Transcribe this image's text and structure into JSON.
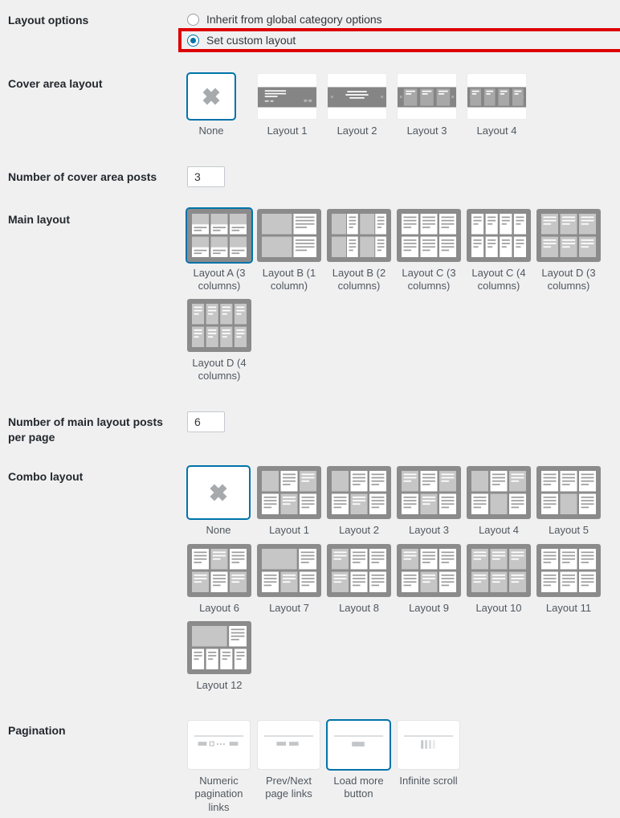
{
  "colors": {
    "accent": "#0073aa",
    "annotation": "#dd0000",
    "page_bg": "#f0f0f1",
    "thumb_gray": "#8b8b8b",
    "thumb_light": "#c6c6c6",
    "card_line": "#9c9c9c",
    "glyph_gray": "#c3c6c9",
    "band_gray": "#858585",
    "x_gray": "#a7aaad"
  },
  "form": {
    "rows": [
      {
        "type": "radio_group",
        "label": "Layout options",
        "options": [
          {
            "label": "Inherit from global category options",
            "selected": false,
            "annotated": false
          },
          {
            "label": "Set custom layout",
            "selected": true,
            "annotated": true
          }
        ]
      },
      {
        "type": "thumb_group",
        "style": "cover",
        "label": "Cover area layout",
        "items": [
          {
            "label": "None",
            "icon": "none-icon",
            "selected": true
          },
          {
            "label": "Layout 1",
            "icon": "cover-layout-1",
            "selected": false
          },
          {
            "label": "Layout 2",
            "icon": "cover-layout-2",
            "selected": false
          },
          {
            "label": "Layout 3",
            "icon": "cover-layout-3",
            "selected": false
          },
          {
            "label": "Layout 4",
            "icon": "cover-layout-4",
            "selected": false
          }
        ]
      },
      {
        "type": "number_input",
        "label": "Number of cover area posts",
        "value": "3"
      },
      {
        "type": "thumb_group",
        "style": "main",
        "label": "Main layout",
        "items": [
          {
            "label": "Layout A (3 columns)",
            "icon": "main-a3",
            "selected": true
          },
          {
            "label": "Layout B (1 column)",
            "icon": "main-b1",
            "selected": false
          },
          {
            "label": "Layout B (2 columns)",
            "icon": "main-b2",
            "selected": false
          },
          {
            "label": "Layout C (3 columns)",
            "icon": "main-c3",
            "selected": false
          },
          {
            "label": "Layout C (4 columns)",
            "icon": "main-c4",
            "selected": false
          },
          {
            "label": "Layout D (3 columns)",
            "icon": "main-d3",
            "selected": false
          },
          {
            "label": "Layout D (4 columns)",
            "icon": "main-d4",
            "selected": false
          }
        ]
      },
      {
        "type": "number_input",
        "label": "Number of main layout posts per page",
        "value": "6"
      },
      {
        "type": "thumb_group",
        "style": "combo",
        "label": "Combo layout",
        "items": [
          {
            "label": "None",
            "icon": "none-icon",
            "selected": true
          },
          {
            "label": "Layout 1",
            "icon": "combo-1",
            "selected": false
          },
          {
            "label": "Layout 2",
            "icon": "combo-2",
            "selected": false
          },
          {
            "label": "Layout 3",
            "icon": "combo-3",
            "selected": false
          },
          {
            "label": "Layout 4",
            "icon": "combo-4",
            "selected": false
          },
          {
            "label": "Layout 5",
            "icon": "combo-5",
            "selected": false
          },
          {
            "label": "Layout 6",
            "icon": "combo-6",
            "selected": false
          },
          {
            "label": "Layout 7",
            "icon": "combo-7",
            "selected": false
          },
          {
            "label": "Layout 8",
            "icon": "combo-8",
            "selected": false
          },
          {
            "label": "Layout 9",
            "icon": "combo-9",
            "selected": false
          },
          {
            "label": "Layout 10",
            "icon": "combo-10",
            "selected": false
          },
          {
            "label": "Layout 11",
            "icon": "combo-11",
            "selected": false
          },
          {
            "label": "Layout 12",
            "icon": "combo-12",
            "selected": false
          }
        ]
      },
      {
        "type": "thumb_group",
        "style": "pagination",
        "label": "Pagination",
        "items": [
          {
            "label": "Numeric pagination links",
            "icon": "pagination-numeric",
            "selected": false
          },
          {
            "label": "Prev/Next page links",
            "icon": "pagination-prevnext",
            "selected": false
          },
          {
            "label": "Load more button",
            "icon": "pagination-loadmore",
            "selected": true
          },
          {
            "label": "Infinite scroll",
            "icon": "pagination-infinite",
            "selected": false
          }
        ]
      }
    ]
  }
}
